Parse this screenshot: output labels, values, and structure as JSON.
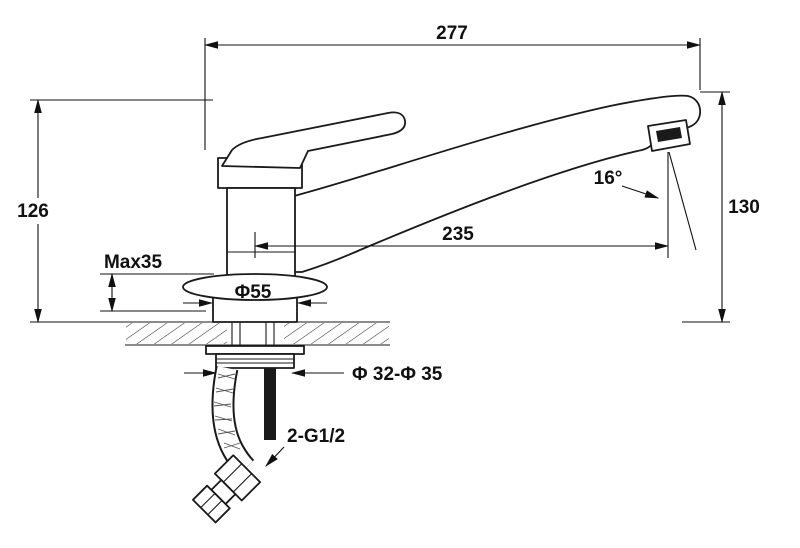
{
  "drawing": {
    "labels": {
      "overall_width": "277",
      "body_height": "126",
      "spout_height": "130",
      "spout_reach": "235",
      "spout_angle": "16°",
      "max_deck_thickness": "Max35",
      "base_diameter": "Φ55",
      "hole_diameter": "Φ 32-Φ 35",
      "inlet_thread": "2-G1/2"
    }
  }
}
